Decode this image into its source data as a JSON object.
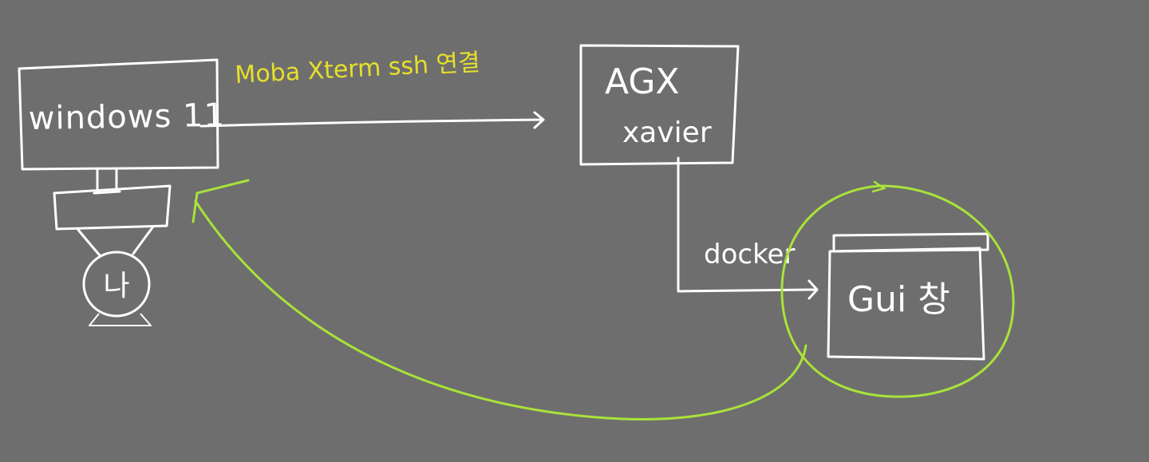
{
  "diagram": {
    "pc_label": "windows 11",
    "user_label": "나",
    "connection_label": "Moba Xterm ssh 연결",
    "device_label_line1": "AGX",
    "device_label_line2": "xavier",
    "docker_label": "docker",
    "gui_label": "Gui 창"
  },
  "colors": {
    "background": "#6e6e6e",
    "ink": "#ffffff",
    "highlight": "#e6e02a",
    "accent": "#a9e23a"
  }
}
